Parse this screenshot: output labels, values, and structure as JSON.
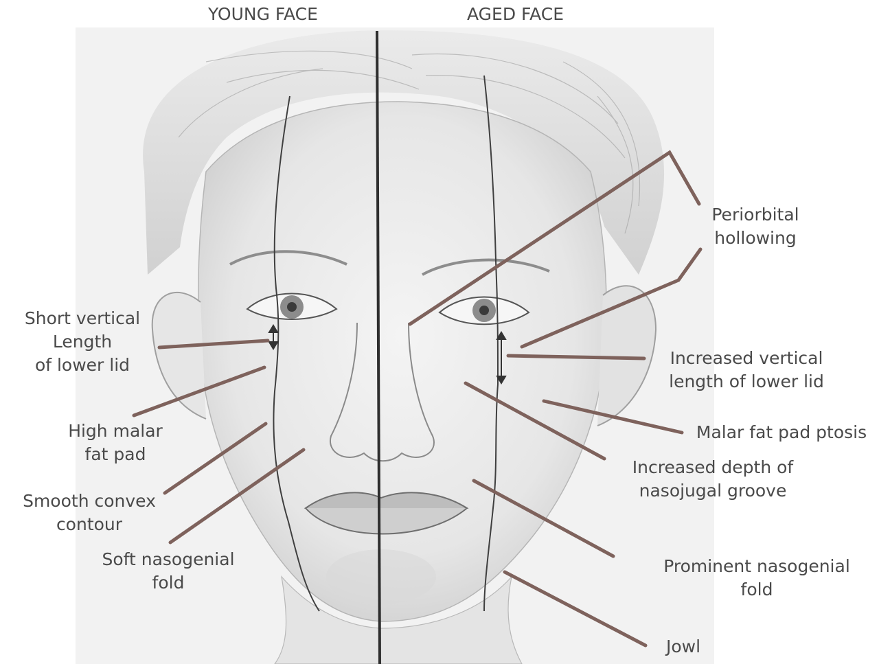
{
  "headers": {
    "left": "YOUNG FACE",
    "right": "AGED FACE"
  },
  "labels": {
    "short_vertical": [
      "Short vertical",
      "Length",
      "of lower lid"
    ],
    "high_malar": [
      "High malar",
      "fat pad"
    ],
    "smooth_convex": [
      "Smooth convex",
      "contour"
    ],
    "soft_nasogenial": [
      "Soft nasogenial",
      "fold"
    ],
    "periorbital": [
      "Periorbital",
      "hollowing"
    ],
    "increased_vertical": [
      "Increased vertical",
      "length of lower lid"
    ],
    "malar_ptosis": [
      "Malar fat pad ptosis"
    ],
    "nasojugal": [
      "Increased depth of",
      "nasojugal groove"
    ],
    "prominent_nasogenial": [
      "Prominent nasogenial",
      "fold"
    ],
    "jowl": [
      "Jowl"
    ]
  },
  "colors": {
    "leader": "#7e625c",
    "text": "#4a4a4a",
    "divider": "#2e2e2e",
    "sketch": "#7a7a7a",
    "skin": "#ececec"
  }
}
